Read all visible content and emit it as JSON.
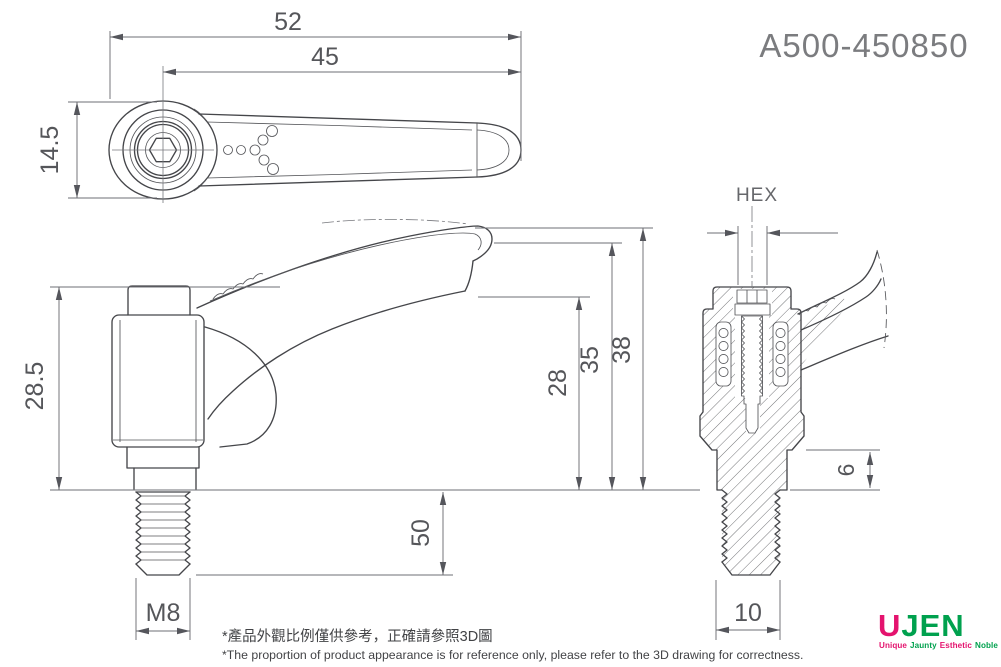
{
  "part_number": "A500-450850",
  "top_view": {
    "dim_overall_length": "52",
    "dim_handle_length": "45",
    "dim_head_width": "14.5"
  },
  "side_view": {
    "dim_total_height": "28.5",
    "dim_grip_clearance": "28",
    "dim_handle_rest_height": "35",
    "dim_handle_max_height": "38",
    "dim_thread_length": "50",
    "dim_thread_size": "M8"
  },
  "section_view": {
    "label_hex": "HEX",
    "dim_shoulder_height": "6",
    "dim_boss_width": "10"
  },
  "notes": {
    "zh": "*產品外觀比例僅供參考，正確請參照3D圖",
    "en": "*The proportion of product appearance is for reference only, please refer to the 3D drawing for correctness."
  },
  "logo": {
    "word_u": "U",
    "word_jen": "JEN",
    "color_u": "#e4136e",
    "color_jen": "#00a14e",
    "tag_words": [
      "Unique",
      "Jaunty",
      "Esthetic",
      "Noble"
    ],
    "tag_colors": [
      "#e4136e",
      "#00a14e",
      "#e4136e",
      "#00a14e"
    ]
  },
  "colors": {
    "outline": "#45464a",
    "dimension": "#6e6f74",
    "dim_text": "#55565a",
    "part_number_text": "#7b7c7f"
  }
}
